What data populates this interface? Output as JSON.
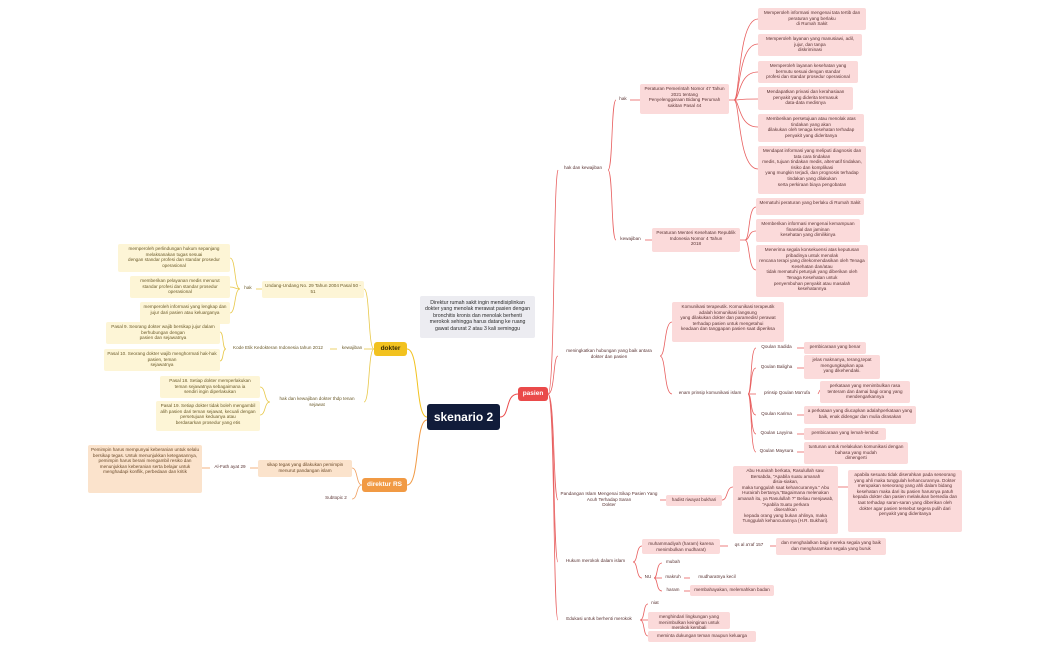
{
  "center": "skenario 2",
  "note": "Direktur rumah sakit ingin mendisiplinkan dokter yang menolak merawat pasien dengan bronchitis kronis dan menolak berhenti merokok sehingga harus datang ke ruang gawat darurat 2 atau 3 kali seminggu",
  "pasien": {
    "label": "pasien",
    "hak_kewajiban": "hak dan kewajiban",
    "hak": "hak",
    "pp47": "Peraturan Pemerintah Nomor 47 Tahun 2021 tentang\nPenyelenggaraan Bidang Perumah sakitan Pasal 44",
    "hak_items": [
      "Memperoleh informasi mengenai tata tertib dan peraturan yang berlaku\ndi Rumah Sakit",
      "Memperoleh layanan yang manusiawi, adil, jujur, dan tanpa\ndiskriminasi",
      "Memperoleh layanan kesehatan yang bermutu sesuai dengan standar\nprofesi dan standar prosedur operasional",
      "Mendapatkan privasi dan kerahasiaan penyakit yang diderita termasuk\ndata-data medisnya",
      "Memberikan persetujuan atau menolak atas tindakan yang akan\ndilakukan oleh tenaga kesehatan terhadap penyakit yang dideritanya",
      "Mendapat informasi yang meliputi diagnosis dan tata cara tindakan\nmedis, tujuan tindakan medis, alternatif tindakan, risiko dan komplikasi\nyang mungkin terjadi, dan prognosis terhadap tindakan yang dilakukan\nserta perkiraan biaya pengobatan"
    ],
    "kewajiban": "kewajiban",
    "pmk4": "Peraturan Menteri Kesehatan Republik Indonesia Nomor 4 Tahun\n2018",
    "kewajiban_items": [
      "Mematuhi peraturan yang berlaku di Rumah Sakit",
      "Memberikan informasi mengenai kemampuan finansial dan jaminan\nkesehatan yang dimilikinya",
      "Menerima segala konsekuensi atas keputusan pribadinya untuk menolak\nrencana terapi yang direkomendasikan oleh Tenaga Kesehatan dan/atau\ntidak mematuhi petunjuk yang diberikan oleh Tenaga Kesehatan untuk\npenyembuhan penyakit atau masalah kesehatannya"
    ],
    "komunikasi": "meningkatkan hubungan yang baik antara dokter dan pasien",
    "komunikasi_desc": "Komunikasi terapeutik. Komunikasi terapeutik adalah komunikasi langsung\nyang dilakukan dokter dan paramedis/ perawat terhadap pasien untuk mengetahui\nkeadaan dan tanggapan pasien saat diperiksa",
    "enam_prinsip": "enam prinsip komunikasi islam",
    "prinsip": [
      {
        "name": "Qoulan Sadida",
        "desc": "pembicaraan yang benar"
      },
      {
        "name": "Qoulan Baligha",
        "desc": "jelas maknanya, terang,tepat mengungkapkan apa\nyang dikehendaki."
      },
      {
        "name": "prinsip Qoulan Ma'rufa",
        "desc": "perkataan yang menimbulkan rasa tenteram dan damai bagi orang yang\nmendengarkannya"
      },
      {
        "name": "Qoulan Karima",
        "desc": "a perkataan yang diucapkan adalahperkataan yang baik, enak didengar dan mulia dirasakan"
      },
      {
        "name": "Qoulan Layyina",
        "desc": "pembicaraan yang lemah-lembut"
      },
      {
        "name": "Qoulan Maysura",
        "desc": "tuntunan untuk melakukan komunikasi dengan bahasa yang mudah\ndimengerti"
      }
    ],
    "islam": "Pandangan Islam Mengenai Sikap Pasien Yang Acuh Terhadap Saran\nDokter",
    "hadist_label": "hadist riwayat bukhari",
    "hadist_text": "Abu Hurairah berkata, Rasulullah saw. Bersabda, \"Apabila suatu amanah\ndisia-siakan,\nmaka tunggulah saat kehancurannya.\" Abu Hurairah bertanya,\"Bagaimana melenakan amanah itu, ya Rasulullah ?\" Beliau menjawab, \"Apabila Suatu perkara\ndiserahkan\nkepada orang yang bukan ahlinya, maka Tunggulah kehancurannya (H.R. Bukhari).",
    "hadist_explain": "apabila sesuatu tidak diserahkan pada seseorang yang ahli maka tunggulah kehancurannya. Dokter merupakan seseorang yang ahli dalam bidang kesehatan maka dari itu pasien harusnya patuh kepada dokter dan pasien melakukan bersedia dan taat terhadap saran-saran yang diberikan oleh dokter agar pasien tersebut segera pulih dari penyakit yang dideritanya",
    "merokok": "Hukum merokok dalam islam",
    "muharramadiyah": "muhammadiyah (haram) karena menimbulkan mudharat)",
    "alaraf": "qs al a'raf 157",
    "alaraf_text": "dan menghalalkan bagi mereka segala yang baik dan mengharamkan segala yang buruk",
    "nu": "NU",
    "nu_items": [
      "mubah",
      "makruh",
      "haram"
    ],
    "makruh_desc": "mudharatnya kecil",
    "haram_desc": "membahayakan, melemahkan badan",
    "edukasi": "Edukasi untuk berhenti merokok",
    "edukasi_items": [
      "niat",
      "menghindari lingkungan yang menimbulkan keinginan untuk merokok kembali",
      "meminta dukungan teman maupun keluarga"
    ]
  },
  "dokter": {
    "label": "dokter",
    "hak": "hak",
    "uu29": "Undang-Undang No. 29 Tahun 2004 Pasal 50 - 51",
    "hak_items": [
      "memperoleh perlindungan hukum sepanjang melaksanakan tugas sesuai\ndengan standar profesi dan standar prosedur operasional",
      "memberikan pelayanan medis menurut standar profesi dan standar prosedur\noperasional",
      "memperoleh informasi yang lengkap dan jujur dari pasien atau keluarganya"
    ],
    "kewajiban": "kewajiban",
    "kodeki": "Kode Etik Kedokteran Indonesia tahun 2012",
    "kodeki_items": [
      "Pasal 9. Seorang dokter wajib bersikap jujur dalam berhubungan dengan\npasien dan sejawatnya",
      "Pasal 10. Seorang dokter wajib menghormati hak-hak pasien, teman\nsejawatnya"
    ],
    "hak_kew_tindak": "hak dan kewajiban dokter thdp tenan sejawat",
    "pasal_items": [
      "Pasal 18. Setiap dokter memperlakukan teman sejawatnya sebagaimana ia\nsendiri ingin diperlakukan",
      "Pasal 19. Setiap dokter tidak boleh mengambil alih pasien dari teman sejawat, kecuali dengan persetujuan keduanya atau\nberdasarkan prosedur yang etis"
    ]
  },
  "direktur": {
    "label": "direktur RS",
    "sikap": "sikap tegas yang dilakukan pemimpin menurut pandangan islam",
    "alfath": "Al-Fath ayat 29",
    "alfath_text": "Pemimpin harus mempunyai keberanian untuk selalu bersikap tegas. Untuk menunjukkan ketegasannya, pemimpin harus berani mengambil resiko dan menunjukkan keberanian serta belajar untuk menghadapi konflik, perbedaan dan kritik",
    "subtopic": "Subtopic 2"
  }
}
